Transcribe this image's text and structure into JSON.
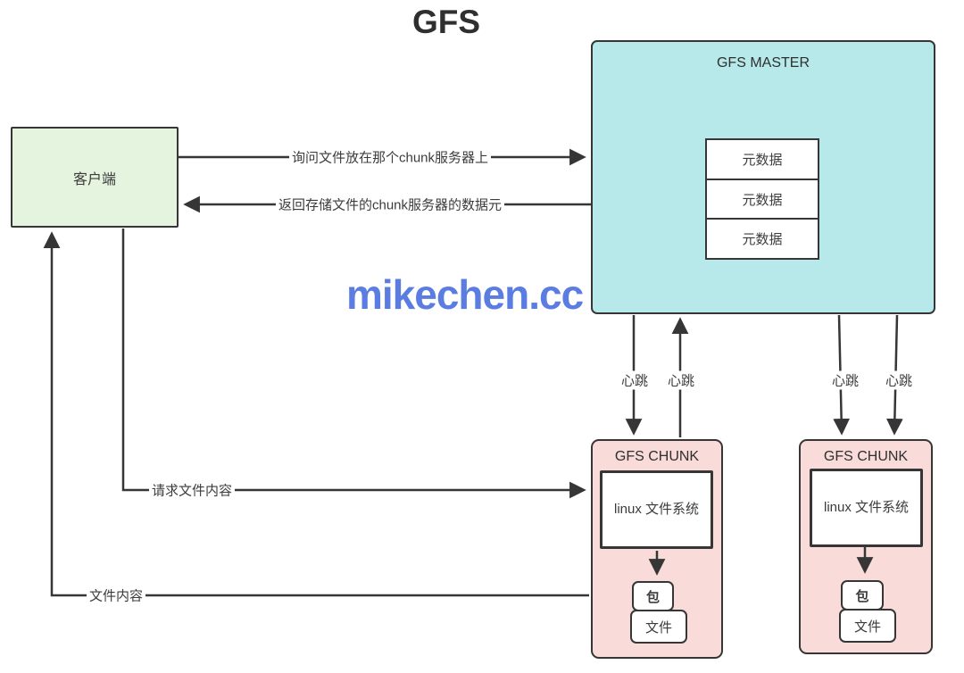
{
  "title": "GFS",
  "watermark": "mikechen.cc",
  "client": {
    "label": "客户端"
  },
  "master": {
    "label": "GFS MASTER",
    "metadata_items": [
      "元数据",
      "元数据",
      "元数据"
    ]
  },
  "chunks": [
    {
      "label": "GFS CHUNK",
      "fs_label": "linux 文件系统",
      "package_label": "包",
      "file_label": "文件"
    },
    {
      "label": "GFS CHUNK",
      "fs_label": "linux 文件系统",
      "package_label": "包",
      "file_label": "文件"
    }
  ],
  "edges": {
    "ask": "询问文件放在那个chunk服务器上",
    "return_meta": "返回存储文件的chunk服务器的数据元",
    "heartbeat": "心跳",
    "request_content": "请求文件内容",
    "file_content": "文件内容"
  },
  "colors": {
    "client_fill": "#e5f4de",
    "master_fill": "#b7e9ea",
    "chunk_fill": "#f9dbd9",
    "border": "#363636",
    "text": "#3c3c3c",
    "watermark": "#5b7de1"
  }
}
